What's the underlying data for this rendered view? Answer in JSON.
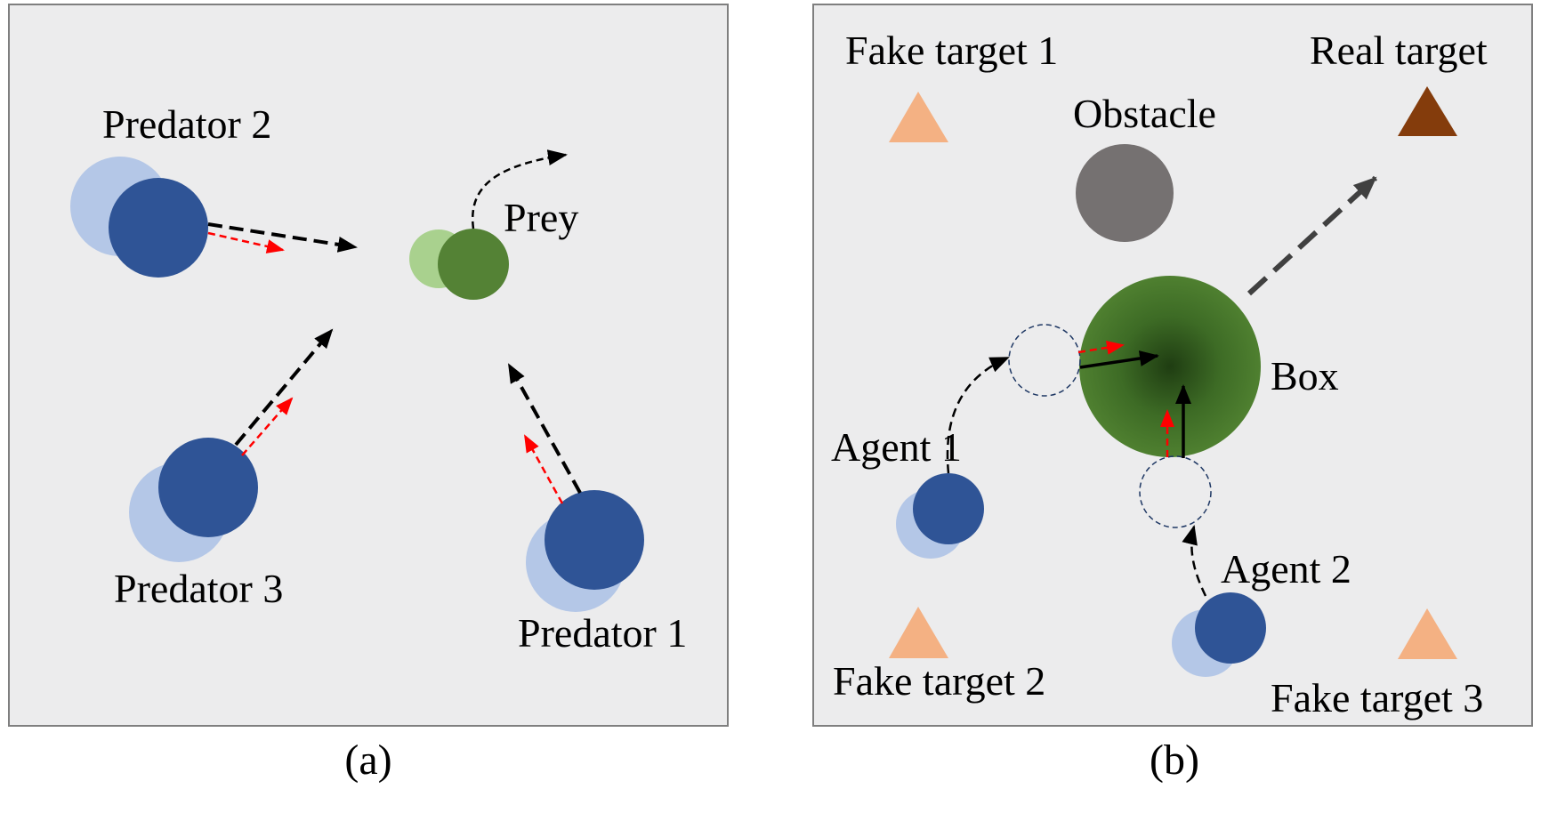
{
  "panel_a": {
    "caption": "(a)",
    "labels": {
      "predator1": "Predator 1",
      "predator2": "Predator 2",
      "predator3": "Predator 3",
      "prey": "Prey"
    }
  },
  "panel_b": {
    "caption": "(b)",
    "labels": {
      "fake_target_1": "Fake target 1",
      "fake_target_2": "Fake target 2",
      "fake_target_3": "Fake target 3",
      "real_target": "Real target",
      "obstacle": "Obstacle",
      "box": "Box",
      "agent1": "Agent 1",
      "agent2": "Agent 2"
    }
  },
  "colors": {
    "panel_bg": "#ececed",
    "panel_border": "#7f7f7f",
    "agent": "#2f5496",
    "agent_ghost": "#b4c7e7",
    "prey": "#548235",
    "prey_ghost": "#a9d18e",
    "box_center": "#1f3d12",
    "box_edge": "#4a7a2e",
    "obstacle": "#757171",
    "fake_target": "#f4b183",
    "real_target": "#843c0c",
    "arrow_black": "#000000",
    "arrow_red": "#ff0000",
    "arrow_dark": "#404040",
    "dashed_circle": "#1f3864"
  }
}
